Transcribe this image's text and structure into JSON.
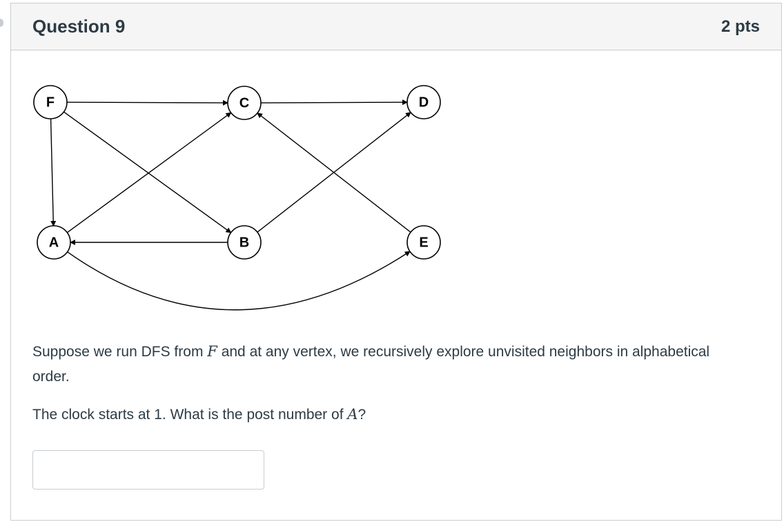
{
  "question": {
    "title": "Question 9",
    "points": "2 pts",
    "text_before_vertex": "Suppose we run DFS from ",
    "start_vertex": "F",
    "text_after_vertex": " and at any vertex, we recursively explore unvisited neighbors in alphabetical order.",
    "prompt_before_vertex": "The clock starts at 1. What is the post number of ",
    "query_vertex": "A",
    "prompt_after_vertex": "?"
  },
  "answer": {
    "value": "",
    "placeholder": ""
  },
  "graph": {
    "nodes": [
      {
        "id": "F",
        "label": "F"
      },
      {
        "id": "C",
        "label": "C"
      },
      {
        "id": "D",
        "label": "D"
      },
      {
        "id": "A",
        "label": "A"
      },
      {
        "id": "B",
        "label": "B"
      },
      {
        "id": "E",
        "label": "E"
      }
    ],
    "edges": [
      {
        "from": "F",
        "to": "C"
      },
      {
        "from": "C",
        "to": "D"
      },
      {
        "from": "F",
        "to": "A"
      },
      {
        "from": "F",
        "to": "B"
      },
      {
        "from": "A",
        "to": "C"
      },
      {
        "from": "B",
        "to": "D"
      },
      {
        "from": "E",
        "to": "C"
      },
      {
        "from": "B",
        "to": "A"
      },
      {
        "from": "A",
        "to": "E"
      }
    ]
  },
  "colors": {
    "header_bg": "#f5f5f5",
    "border": "#c7cdd1",
    "text": "#2d3b45"
  }
}
